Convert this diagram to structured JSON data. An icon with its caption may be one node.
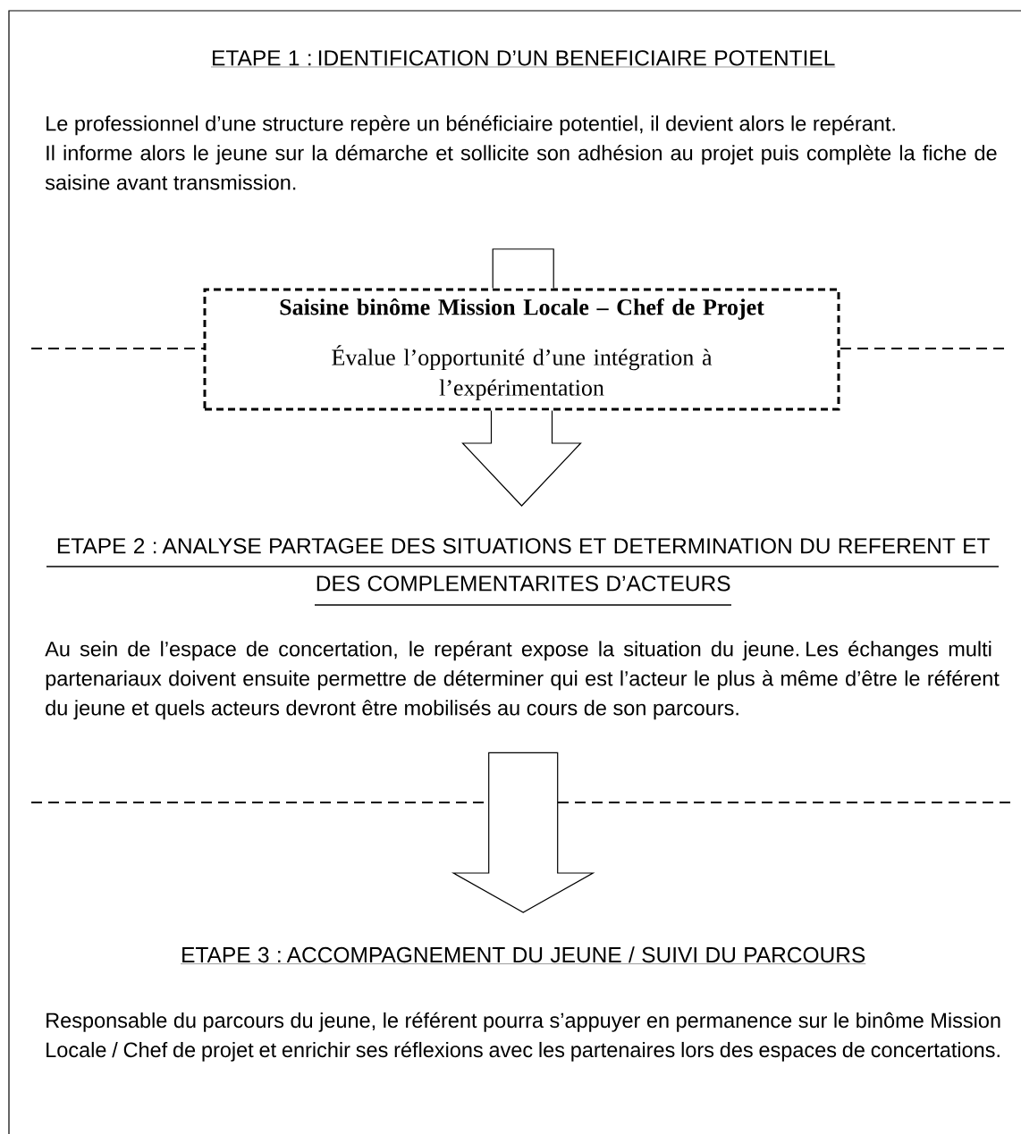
{
  "diagram": {
    "nodes": [
      {
        "text": [
          "ETAPE 1 : IDENTIFICATION D’UN BENEFICIAIRE POTENTIEL",
          "Le professionnel d’une structure repère un bénéficiaire potentiel, il devient alors le repérant.",
          "Il informe alors le jeune sur la démarche et sollicite son adhésion au projet puis complète la fiche de saisine avant transmission."
        ]
      },
      {
        "text": [
          "Saisine binôme Mission Locale – Chef de Projet",
          "Évalue l’opportunité d’une intégration à l’expérimentation"
        ]
      },
      {
        "text": [
          "ETAPE 2 : ANALYSE PARTAGEE DES SITUATIONS ET DETERMINATION DU REFERENT ET DES COMPLEMENTARITES D’ACTEURS",
          "Au sein de l’espace de concertation, le repérant expose la situation du jeune. Les échanges multi partenariaux doivent ensuite permettre de déterminer qui est l’acteur le plus à même d’être le référent du jeune et quels acteurs devront être mobilisés au cours de son parcours."
        ]
      },
      {
        "text": [
          "ETAPE 3 : ACCOMPAGNEMENT DU JEUNE / SUIVI DU PARCOURS",
          "Responsable du parcours du jeune, le référent pourra s’appuyer en permanence sur le binôme Mission Locale / Chef de projet et enrichir ses réflexions avec les partenaires lors des espaces de concertations."
        ]
      }
    ],
    "edges": [
      {
        "from": 0,
        "to": 1,
        "arrow": "none"
      },
      {
        "from": 1,
        "to": 2,
        "arrow": "to"
      },
      {
        "from": 2,
        "to": 3,
        "arrow": "to"
      }
    ]
  }
}
